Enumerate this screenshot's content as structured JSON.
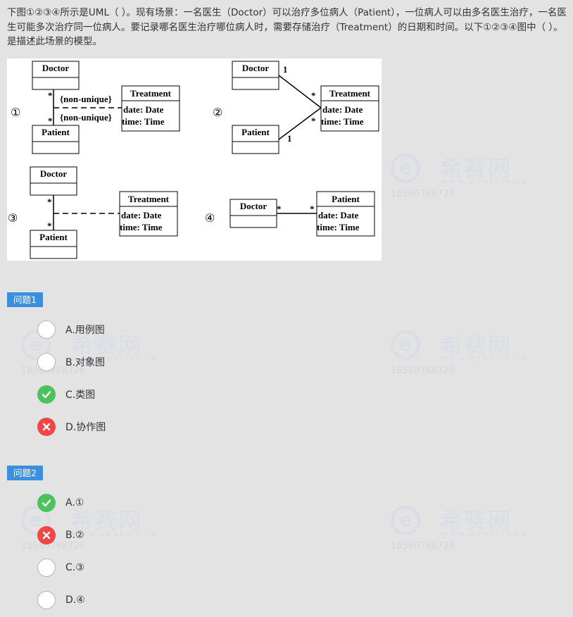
{
  "question": {
    "text": "下图①②③④所示是UML（ ）。现有场景：一名医生（Doctor）可以治疗多位病人（Patient），一位病人可以由多名医生治疗，一名医生可能多次治疗同一位病人。要记录哪名医生治疗哪位病人时，需要存储治疗（Treatment）的日期和时间。以下①②③④图中（ ）。是描述此场景的模型。"
  },
  "diagram": {
    "labels": {
      "d1": "①",
      "d2": "②",
      "d3": "③",
      "d4": "④"
    },
    "doctor": "Doctor",
    "patient": "Patient",
    "treatment": "Treatment",
    "attr_date": "date: Date",
    "attr_time": "time: Time",
    "many": "*",
    "one": "1",
    "non_unique": "{non-unique}"
  },
  "watermark": {
    "logo": "e",
    "title": "希赛网",
    "subtitle": "WWW.EDUCITY.CN",
    "phone": "18560768726"
  },
  "questions": [
    {
      "label": "问题1",
      "options": [
        {
          "text": "A.用例图",
          "state": "radio"
        },
        {
          "text": "B.对象图",
          "state": "radio"
        },
        {
          "text": "C.类图",
          "state": "correct"
        },
        {
          "text": "D.协作图",
          "state": "wrong"
        }
      ]
    },
    {
      "label": "问题2",
      "options": [
        {
          "text": "A.①",
          "state": "correct"
        },
        {
          "text": "B.②",
          "state": "wrong"
        },
        {
          "text": "C.③",
          "state": "radio"
        },
        {
          "text": "D.④",
          "state": "radio"
        }
      ]
    }
  ],
  "colors": {
    "accent": "#3b8fde",
    "correct": "#4cc25f",
    "wrong": "#f04646",
    "background": "#e3e3e3"
  }
}
